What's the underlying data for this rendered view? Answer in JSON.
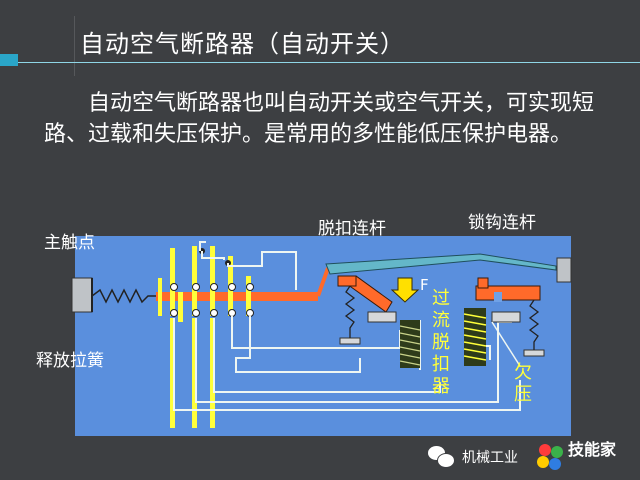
{
  "title": "自动空气断路器（自动开关）",
  "paragraph": "自动空气断路器也叫自动开关或空气开关，可实现短路、过载和失压保护。是常用的多性能低压保护电器。",
  "diagram": {
    "labels": {
      "main_contact": "主触点",
      "release_spring": "释放拉簧",
      "trip_link": "脱扣连杆",
      "latch_link": "锁钩连杆",
      "force": "F",
      "overcurrent_release": "过流脱扣器",
      "undervoltage": "欠压"
    },
    "colors": {
      "panel": "#5a8fdd",
      "rail": "#ffff3a",
      "link": "#ff6a2a",
      "coil": "#2e3b1a",
      "wire": "#eef6f2",
      "arrow": "#ffe000"
    }
  },
  "footer": {
    "account": "机械工业",
    "watermark": "技能家"
  }
}
